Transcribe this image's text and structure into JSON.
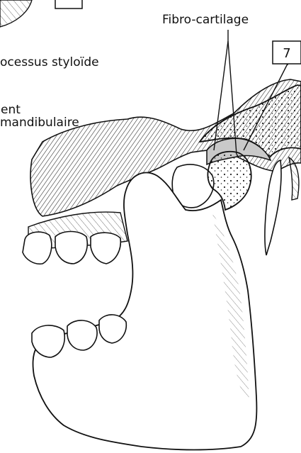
{
  "labels": {
    "processus": "ocessus styloïde",
    "ligament_line1": "ent",
    "ligament_line2": "mandibulaire",
    "fibro": "Fibro-cartilage",
    "number_box": "7"
  },
  "colors": {
    "ink": "#111111",
    "paper": "#ffffff",
    "cartilage_gray": "#c9c9c9"
  }
}
